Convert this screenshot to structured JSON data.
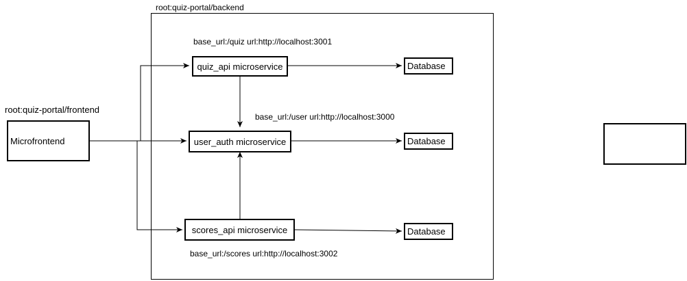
{
  "frontend": {
    "label": "root:quiz-portal/frontend",
    "node": "Microfrontend"
  },
  "backend": {
    "label": "root:quiz-portal/backend"
  },
  "services": {
    "quiz": {
      "name": "quiz_api microservice",
      "info": "base_url:/quiz  url:http://localhost:3001",
      "database": "Database"
    },
    "user": {
      "name": "user_auth microservice",
      "info": "base_url:/user  url:http://localhost:3000",
      "database": "Database"
    },
    "scores": {
      "name": "scores_api microservice",
      "info": "base_url:/scores  url:http://localhost:3002",
      "database": "Database"
    }
  }
}
